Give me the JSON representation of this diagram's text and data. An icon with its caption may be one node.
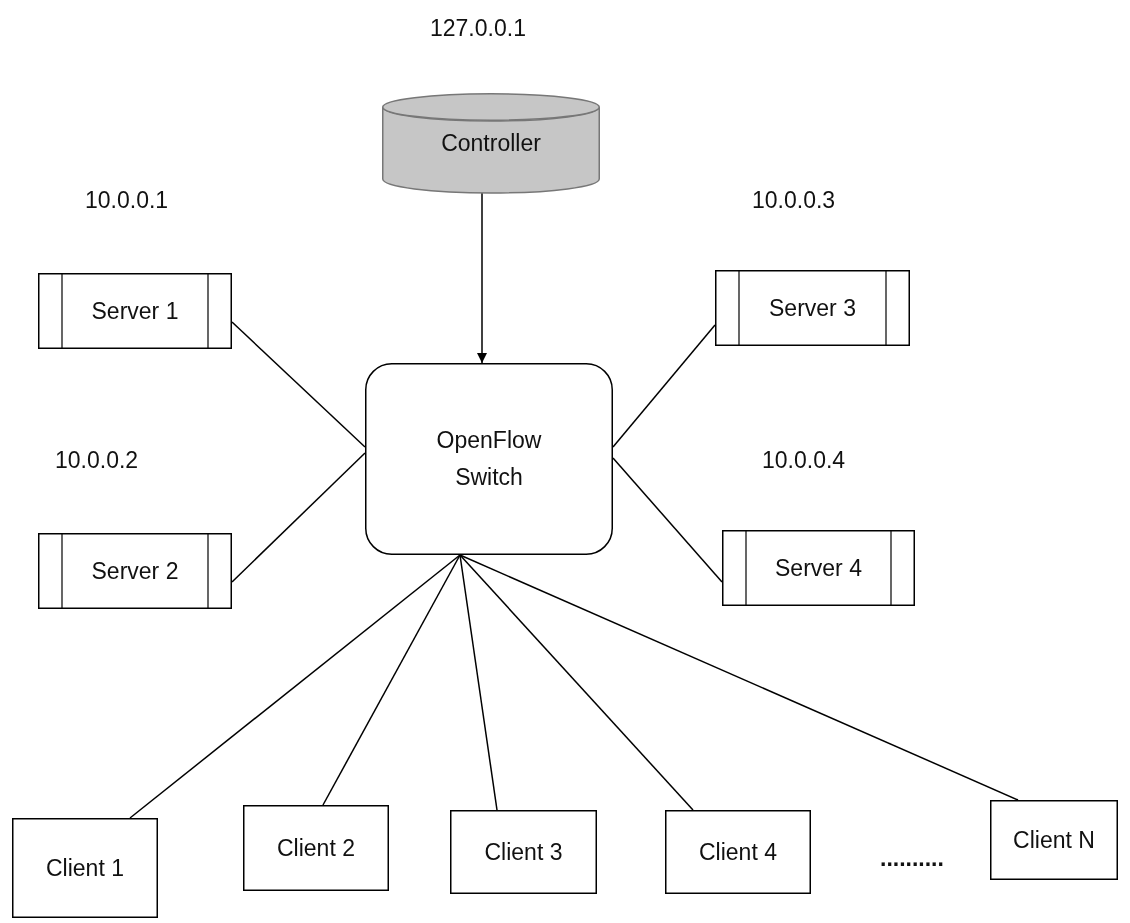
{
  "diagram": {
    "nodes": [
      {
        "text": [
          "Controller"
        ],
        "beside": [
          "127.0.0.1"
        ]
      },
      {
        "text": [
          "Server 1"
        ],
        "beside": [
          "10.0.0.1"
        ]
      },
      {
        "text": [
          "Server 3"
        ],
        "beside": [
          "10.0.0.3"
        ]
      },
      {
        "text": [
          "OpenFlow Switch"
        ]
      },
      {
        "text": [
          "Server 2"
        ],
        "beside": [
          "10.0.0.2"
        ]
      },
      {
        "text": [
          "Server 4"
        ],
        "beside": [
          "10.0.0.4"
        ]
      },
      {
        "text": [
          "Client 1"
        ]
      },
      {
        "text": [
          "Client 2"
        ]
      },
      {
        "text": [
          "Client 3"
        ]
      },
      {
        "text": [
          "Client 4"
        ]
      },
      {
        "text": [
          "Client N"
        ]
      }
    ],
    "edges": [
      {
        "from": 0,
        "to": 3,
        "arrow": "to"
      },
      {
        "from": 1,
        "to": 3,
        "arrow": "none"
      },
      {
        "from": 4,
        "to": 3,
        "arrow": "none"
      },
      {
        "from": 2,
        "to": 3,
        "arrow": "none"
      },
      {
        "from": 5,
        "to": 3,
        "arrow": "none"
      },
      {
        "from": 6,
        "to": 3,
        "arrow": "none"
      },
      {
        "from": 7,
        "to": 3,
        "arrow": "none"
      },
      {
        "from": 8,
        "to": 3,
        "arrow": "none"
      },
      {
        "from": 9,
        "to": 3,
        "arrow": "none"
      },
      {
        "from": 10,
        "to": 3,
        "arrow": "none"
      }
    ],
    "labels": [
      ".........."
    ]
  }
}
